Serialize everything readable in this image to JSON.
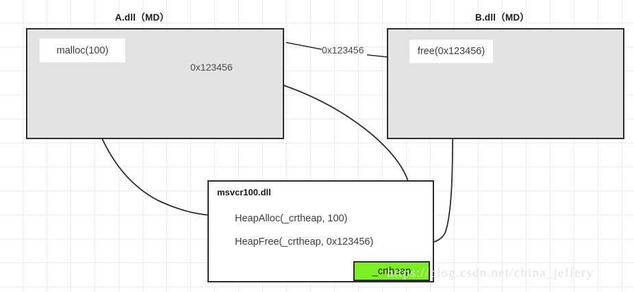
{
  "diagram": {
    "modules": [
      {
        "id": "a-dll",
        "title": "A.dll（MD）",
        "label": "malloc(100)"
      },
      {
        "id": "b-dll",
        "title": "B.dll（MD）",
        "label": "free(0x123456)"
      }
    ],
    "crt": {
      "title": "msvcr100.dll",
      "lines": [
        "HeapAlloc(_crtheap, 100)",
        "HeapFree(_crtheap, 0x123456)"
      ],
      "heap_label": "_crtheap"
    },
    "edges": [
      {
        "id": "a-to-b",
        "label": "0x123456",
        "from": "malloc(100)",
        "to": "free(0x123456)"
      },
      {
        "id": "heapalloc-return",
        "label": "0x123456",
        "from": "HeapAlloc(_crtheap, 100)",
        "to": "malloc(100)"
      },
      {
        "id": "malloc-to-heapalloc",
        "label": "",
        "from": "malloc(100)",
        "to": "HeapAlloc(_crtheap, 100)"
      },
      {
        "id": "free-to-heapfree",
        "label": "",
        "from": "free(0x123456)",
        "to": "HeapFree(_crtheap, 0x123456)"
      }
    ],
    "watermark": "https://blog.csdn.net/china_jeffery",
    "colors": {
      "module_fill": "#e3e3e3",
      "stroke": "#2b2b2b",
      "heap_fill": "#7ded26",
      "grid": "#ececec",
      "text": "#3d3d3d"
    }
  }
}
